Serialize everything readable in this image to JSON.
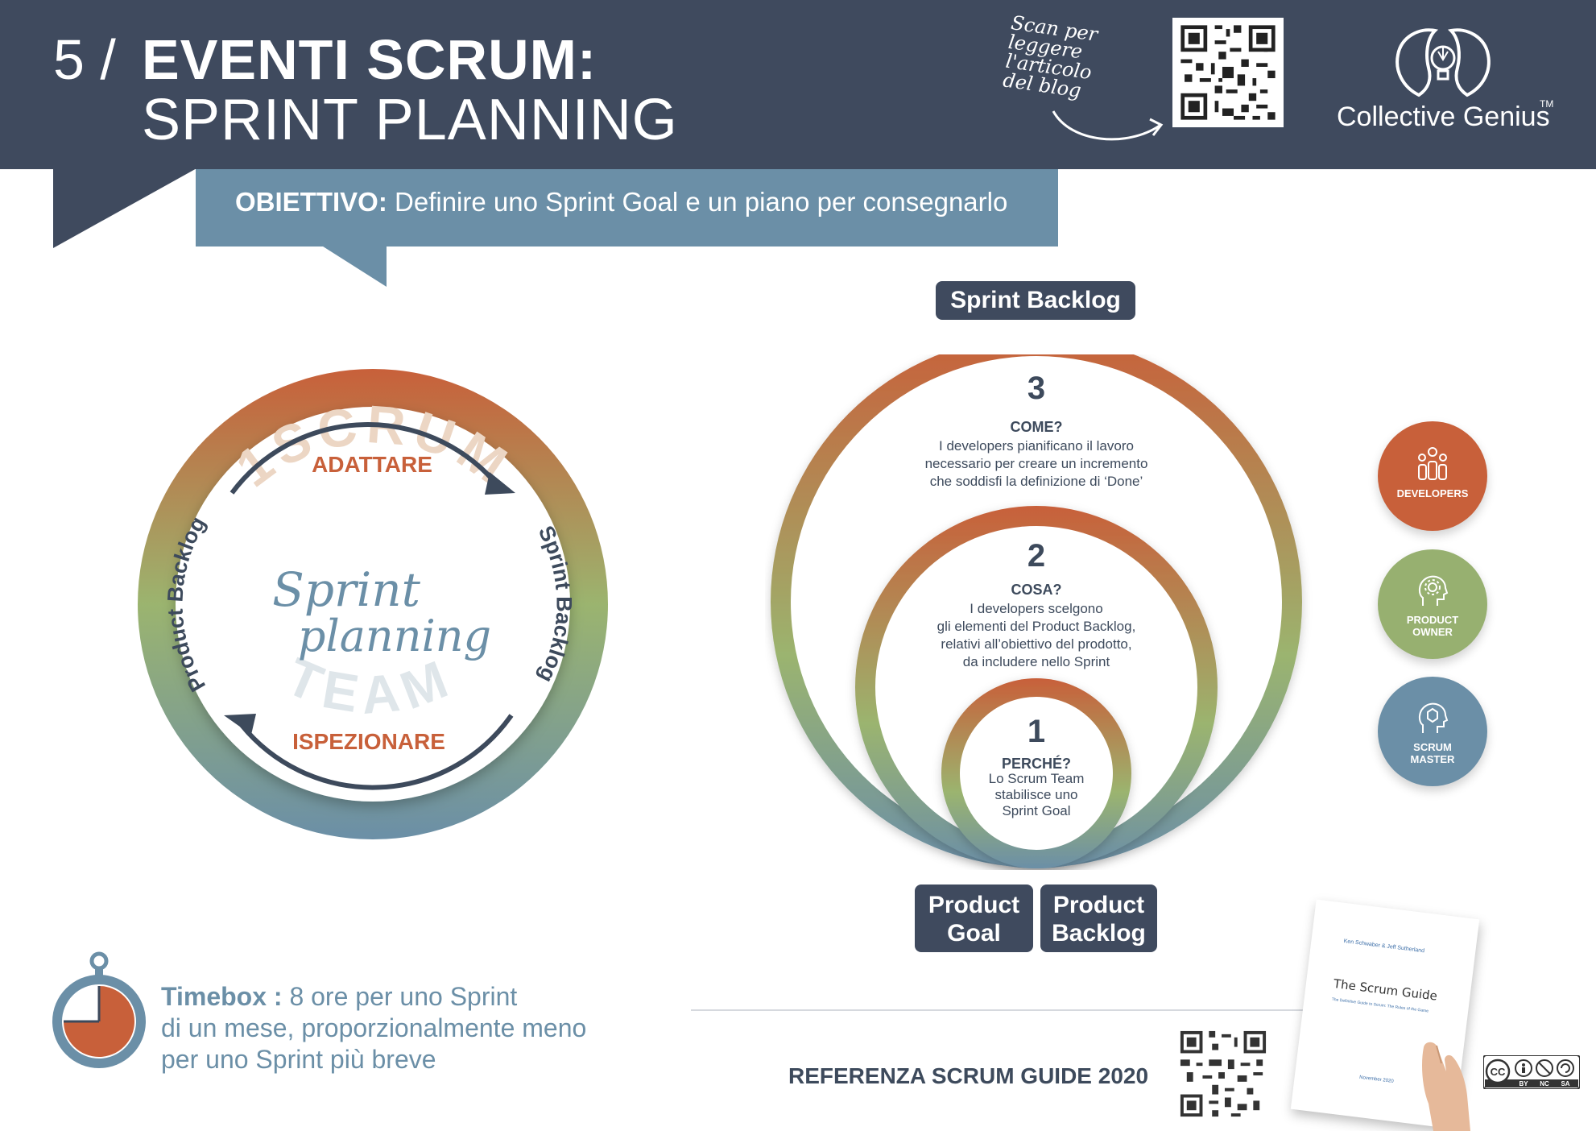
{
  "header": {
    "title_number": "5 /",
    "title_line1": "EVENTI SCRUM:",
    "title_line2": "SPRINT PLANNING",
    "scan_text": "Scan per leggere l'articolo del blog",
    "brand": "Collective Genius",
    "brand_tm": "TM"
  },
  "objective": {
    "label": "OBIETTIVO:",
    "text": " Definire uno Sprint Goal e un piano per consegnarlo"
  },
  "cycle": {
    "ring_top": "1SCRUM",
    "ring_bottom": "TEAM",
    "adapt": "ADATTARE",
    "inspect": "ISPEZIONARE",
    "left": "Product Backlog",
    "right": "Sprint Backlog",
    "center_line1": "Sprint",
    "center_line2": "planning"
  },
  "circles": {
    "sprint_backlog_tag": "Sprint Backlog",
    "c3": {
      "number": "3",
      "heading": "COME?",
      "line1": "I developers pianificano il lavoro",
      "line2": "necessario per creare un incremento",
      "line3": "che soddisfi la definizione di ‘Done’"
    },
    "c2": {
      "number": "2",
      "heading": "COSA?",
      "line1": "I developers scelgono",
      "line2": "gli elementi del Product Backlog,",
      "line3": "relativi all’obiettivo del prodotto,",
      "line4": "da includere nello Sprint"
    },
    "c1": {
      "number": "1",
      "heading": "PERCHÉ?",
      "line1": "Lo Scrum Team",
      "line2": "stabilisce uno",
      "line3": "Sprint Goal"
    },
    "product_goal_1": "Product",
    "product_goal_2": "Goal",
    "product_backlog_1": "Product",
    "product_backlog_2": "Backlog"
  },
  "roles": {
    "developers": "DEVELOPERS",
    "po_1": "PRODUCT",
    "po_2": "OWNER",
    "sm_1": "SCRUM",
    "sm_2": "MASTER"
  },
  "timebox": {
    "label": "Timebox :",
    "line1": " 8 ore per uno Sprint",
    "line2": "di un mese, proporzionalmente meno",
    "line3": "per uno Sprint più breve"
  },
  "reference": "REFERENZA SCRUM GUIDE 2020",
  "book": {
    "author": "Ken Schwaber & Jeff Sutherland",
    "title": "The Scrum Guide",
    "subtitle": "The Definitive Guide to Scrum: The Rules of the Game",
    "date": "November 2020"
  },
  "license": {
    "cc": "CC",
    "by": "BY",
    "nc": "NC",
    "sa": "SA"
  },
  "colors": {
    "navy": "#3f4a5e",
    "orange": "#c8603a",
    "green": "#97b070",
    "blue": "#6b8fa7"
  }
}
